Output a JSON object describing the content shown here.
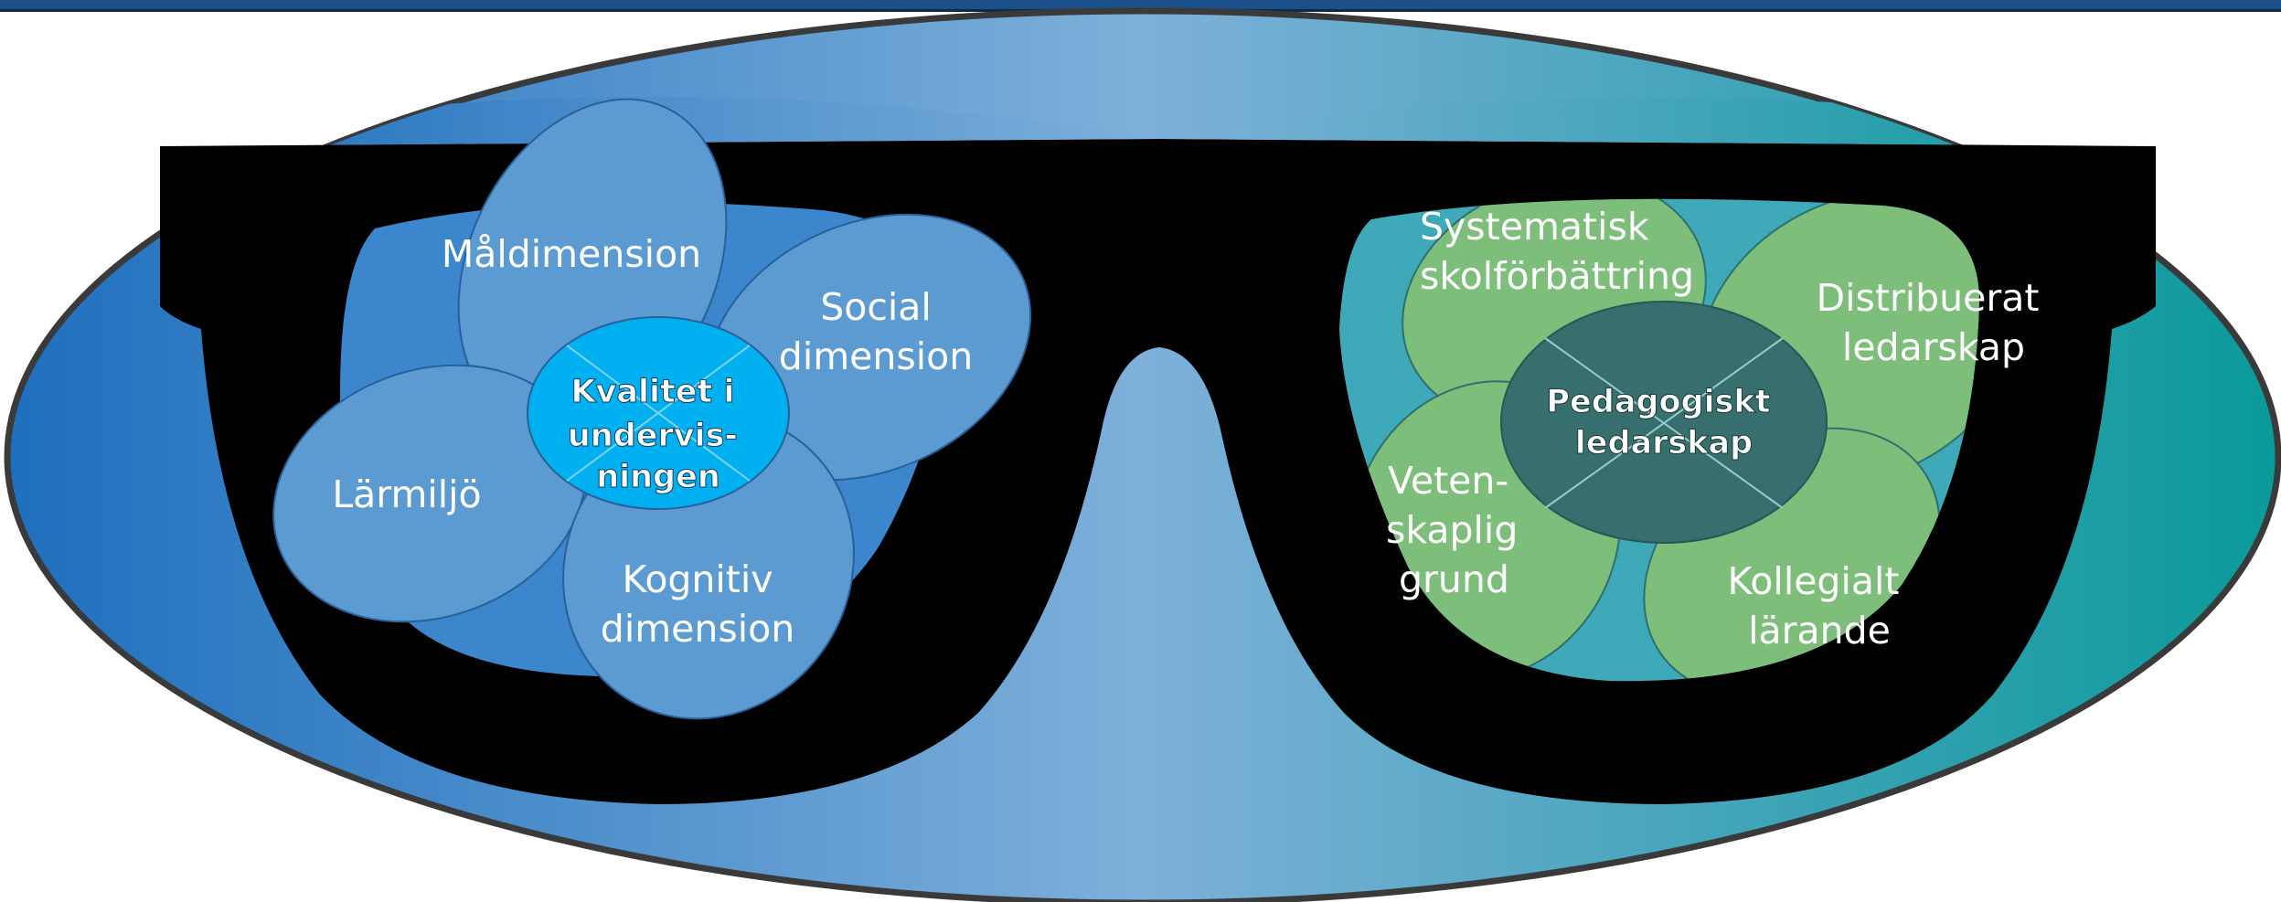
{
  "colors": {
    "background_left": "#1e6fbe",
    "background_mid": "#7eb0da",
    "background_right": "#0a9a9a",
    "frame": "#000000",
    "left_lens_fill": "#3b86cc",
    "left_petal": "#5c9bd2",
    "left_center": "#00b0f0",
    "right_lens_fill": "#3ea9b9",
    "right_petal": "#7cbe7a",
    "right_center": "#376e6e",
    "text": "#ffffff"
  },
  "left_lens": {
    "center": {
      "lines": [
        "Kvalitet i",
        "undervis-",
        "ningen"
      ]
    },
    "petals": [
      {
        "id": "maldimension",
        "lines": [
          "Måldimension"
        ]
      },
      {
        "id": "social",
        "lines": [
          "Social",
          "dimension"
        ]
      },
      {
        "id": "larmiljo",
        "lines": [
          "Lärmiljö"
        ]
      },
      {
        "id": "kognitiv",
        "lines": [
          "Kognitiv",
          "dimension"
        ]
      }
    ]
  },
  "right_lens": {
    "center": {
      "lines": [
        "Pedagogiskt",
        "ledarskap"
      ]
    },
    "petals": [
      {
        "id": "systematisk",
        "lines": [
          "Systematisk",
          "skolförbättring"
        ]
      },
      {
        "id": "distribuerat",
        "lines": [
          "Distribuerat",
          "ledarskap"
        ]
      },
      {
        "id": "vetenskaplig",
        "lines": [
          "Veten-",
          "skaplig",
          "grund"
        ]
      },
      {
        "id": "kollegialt",
        "lines": [
          "Kollegialt",
          "lärande"
        ]
      }
    ]
  }
}
